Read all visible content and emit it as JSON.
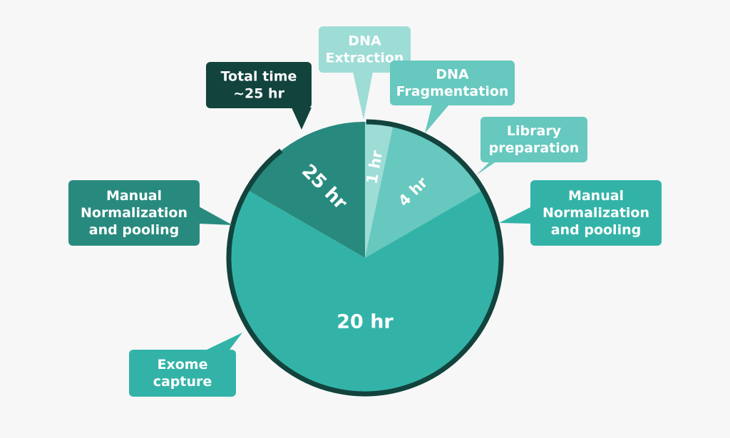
{
  "chart_data": {
    "type": "pie",
    "slices": [
      {
        "label": "1 hr",
        "value": 1,
        "color": "#9edcd6",
        "callout": "DNA\nExtraction"
      },
      {
        "label": "4 hr",
        "value": 4,
        "color": "#66c8be",
        "callout": "Library\npreparation"
      },
      {
        "label": "20 hr",
        "value": 20,
        "color": "#33b3a8",
        "callout": "Exome\ncapture"
      },
      {
        "label": "25 hr",
        "value": 5,
        "color": "#288a7e",
        "callout": "Manual\nNormalization\nand pooling"
      }
    ],
    "annotations": [
      {
        "text": "DNA\nFragmentation",
        "color": "#66c8be"
      },
      {
        "text": "Manual\nNormalization\nand pooling",
        "color": "#33b3a8"
      },
      {
        "text": "Total time\n~25 hr",
        "color": "#12433d"
      }
    ],
    "outline_color": "#12433d",
    "background": "#f7f7f7"
  }
}
